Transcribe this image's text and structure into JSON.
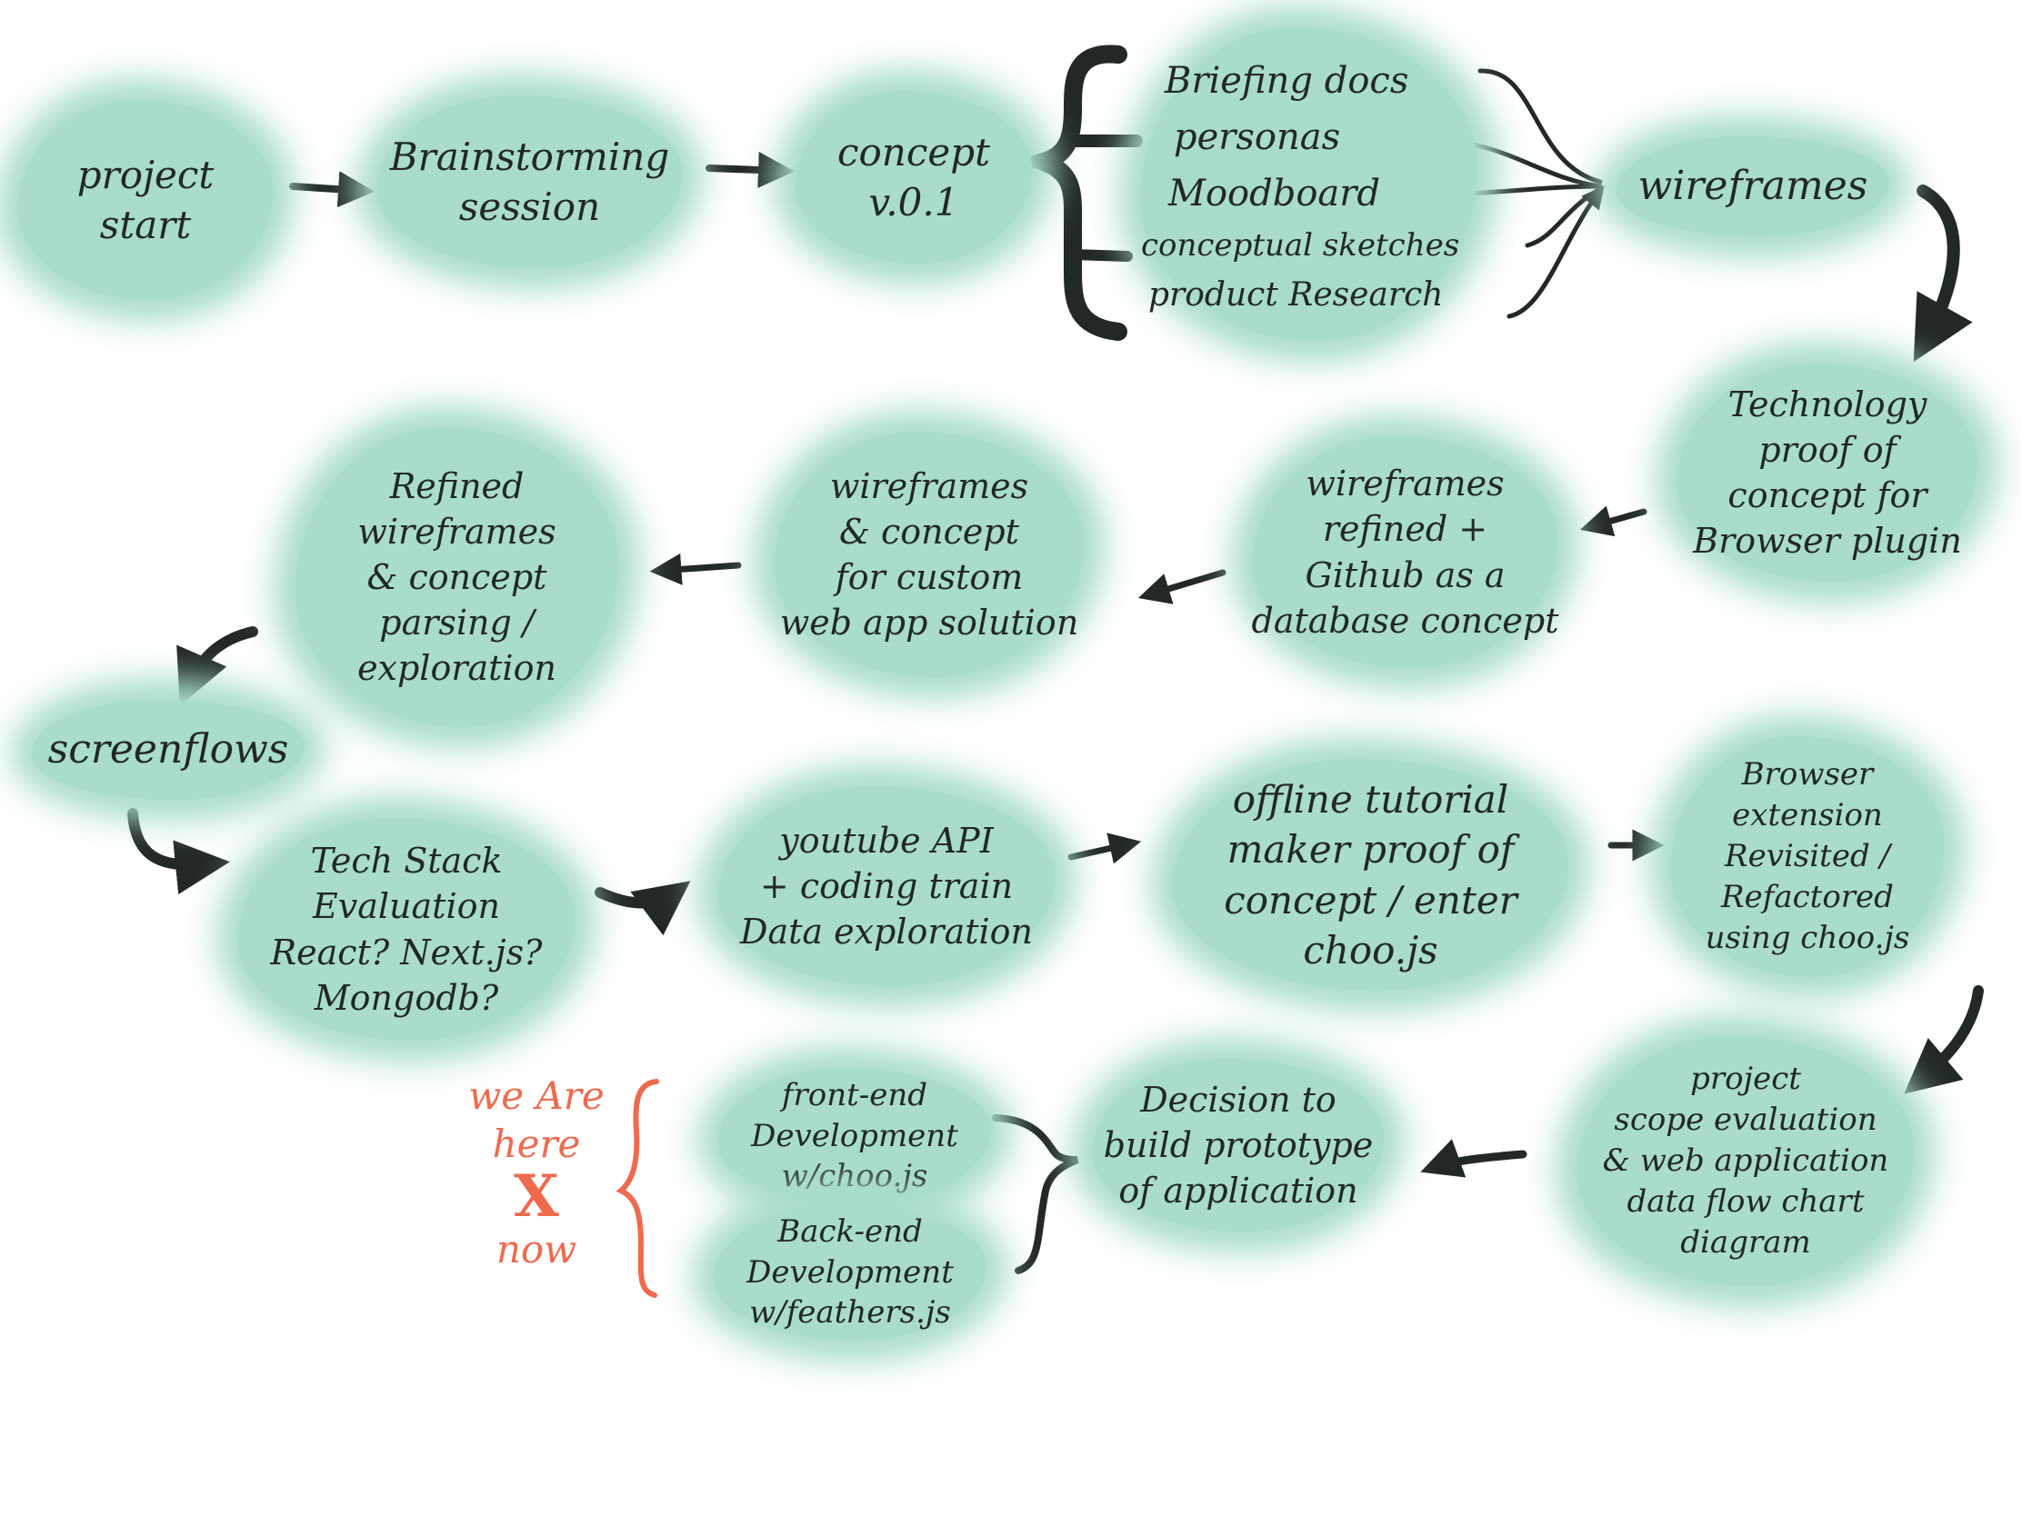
{
  "colors": {
    "blob": "#a9dccb",
    "ink": "#222826",
    "accent": "#f06a4e"
  },
  "nodes": {
    "project_start": [
      "project",
      "start"
    ],
    "brainstorming": [
      "Brainstorming",
      "session"
    ],
    "concept_v01": [
      "concept",
      "v.0.1"
    ],
    "concept_outputs": [
      "Briefing docs",
      "personas",
      "Moodboard",
      "conceptual sketches",
      "product Research"
    ],
    "wireframes": [
      "wireframes"
    ],
    "tech_poc": [
      "Technology",
      "proof of",
      "concept for",
      "Browser plugin"
    ],
    "wireframes_refined": [
      "wireframes",
      "refined +",
      "Github as a",
      "database concept"
    ],
    "wireframes_concept": [
      "wireframes",
      "& concept",
      "for custom",
      "web app solution"
    ],
    "refined_wireframes": [
      "Refined",
      "wireframes",
      "& concept",
      "parsing /",
      "exploration"
    ],
    "screenflows": [
      "screenflows"
    ],
    "tech_stack": [
      "Tech Stack",
      "Evaluation",
      "React? Next.js?",
      "Mongodb?"
    ],
    "youtube_api": [
      "youtube API",
      "+ coding train",
      "Data exploration"
    ],
    "offline_tutorial": [
      "offline tutorial",
      "maker proof of",
      "concept / enter",
      "choo.js"
    ],
    "browser_extension": [
      "Browser",
      "extension",
      "Revisited /",
      "Refactored",
      "using choo.js"
    ],
    "project_scope": [
      "project",
      "scope evaluation",
      "& web application",
      "data flow chart",
      "diagram"
    ],
    "decision": [
      "Decision to",
      "build prototype",
      "of application"
    ],
    "frontend": [
      "front-end",
      "Development",
      "w/choo.js"
    ],
    "backend": [
      "Back-end",
      "Development",
      "w/feathers.js"
    ]
  },
  "annotation": {
    "line1": "we Are",
    "line2": "here",
    "mark": "X",
    "line3": "now"
  }
}
